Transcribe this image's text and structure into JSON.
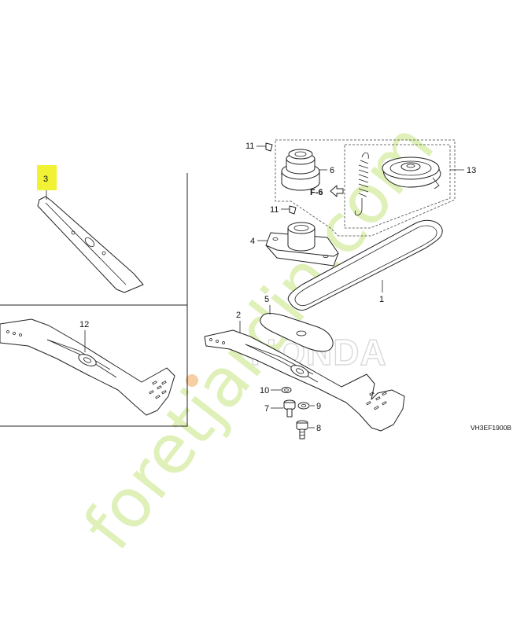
{
  "callouts": {
    "c1": "1",
    "c2": "2",
    "c3": "3",
    "c4": "4",
    "c5": "5",
    "c6": "6",
    "c7": "7",
    "c8": "8",
    "c9": "9",
    "c10": "10",
    "c11a": "11",
    "c11b": "11",
    "c12": "12",
    "c13": "13"
  },
  "figure_ref": "F-6",
  "diagram_code": "VH3EF1900B",
  "brand_watermark": "HONDA",
  "site_watermark": "foretjardin.com",
  "colors": {
    "highlight": "#f2f234",
    "site_watermark": "#dff0b8",
    "site_watermark_dot": "#f7cfa3",
    "brand_watermark": "#d9d9d9"
  }
}
